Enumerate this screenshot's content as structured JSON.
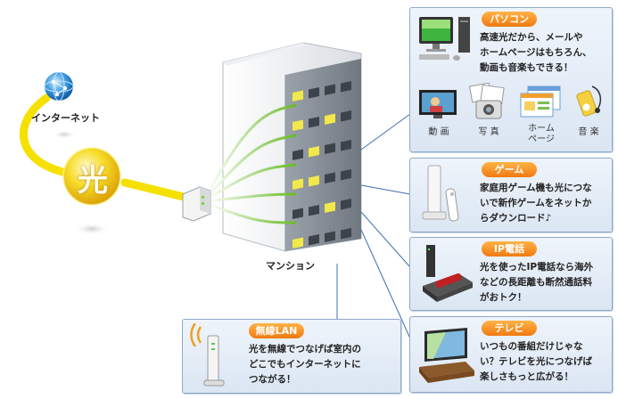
{
  "internet": {
    "label": "インターネット"
  },
  "fiber": {
    "label": "光"
  },
  "building": {
    "label": "マンション"
  },
  "pc": {
    "badge": "パソコン",
    "text": "高速光だから、メールや\nホームページはもちろん、\n動画も音楽もできる！",
    "items": [
      {
        "label": "動 画"
      },
      {
        "label": "写 真"
      },
      {
        "label": "ホーム\nページ"
      },
      {
        "label": "音 楽"
      }
    ]
  },
  "game": {
    "badge": "ゲーム",
    "text": "家庭用ゲーム機も光につな\nいで新作ゲームをネットか\nらダウンロード♪"
  },
  "ipphone": {
    "badge": "IP電話",
    "text": "光を使ったIP電話なら海外\nなどの長距離も断然通話料\nがおトク！"
  },
  "tv": {
    "badge": "テレビ",
    "text": "いつもの番組だけじゃな\nい？テレビを光につなげば\n楽しさもっと広がる！"
  },
  "wlan": {
    "badge": "無線LAN",
    "text": "光を無線でつなげば室内の\nどこでもインターネットに\nつながる！"
  },
  "colors": {
    "fiber": "#f5e000",
    "accent": "#f08010",
    "panel_border": "#8fa9c9",
    "connector": "#3f6fb0",
    "green_line": "#66bb22"
  }
}
